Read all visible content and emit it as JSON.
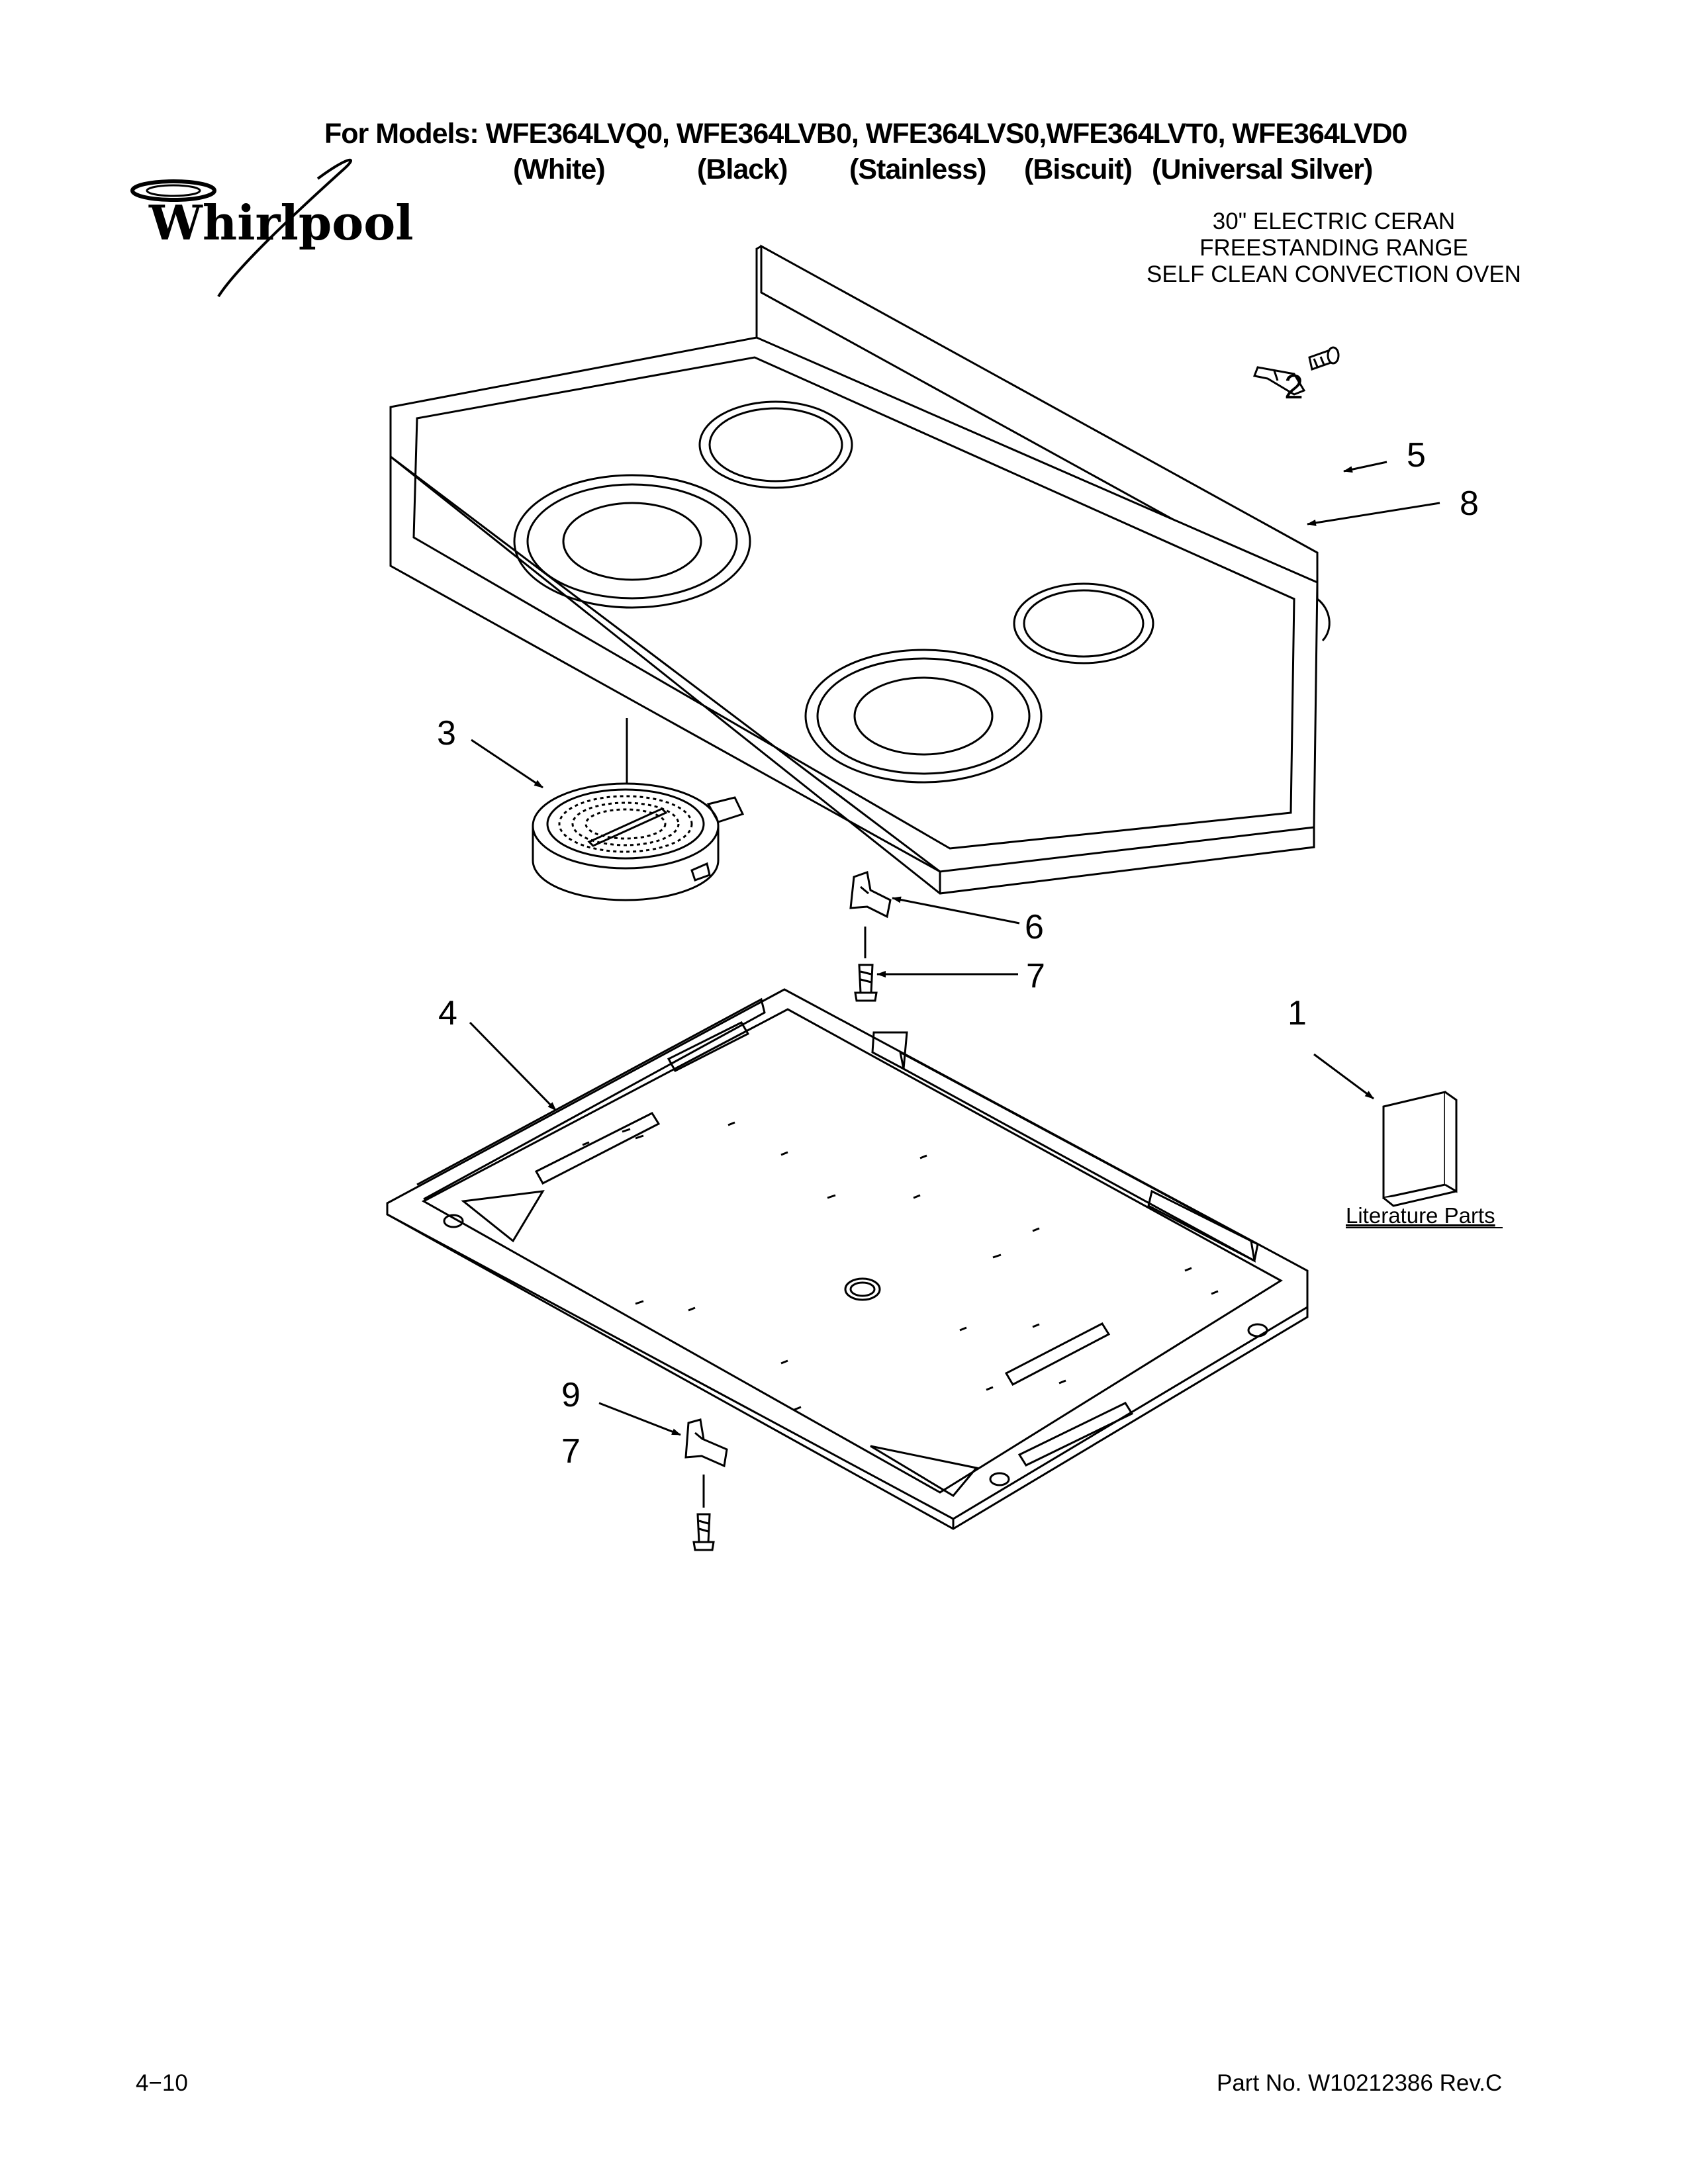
{
  "header": {
    "models_line": "For Models: WFE364LVQ0, WFE364LVB0, WFE364LVS0,WFE364LVT0, WFE364LVD0",
    "variants": [
      "(White)",
      "(Black)",
      "(Stainless)",
      "(Biscuit)",
      "(Universal Silver)"
    ]
  },
  "brand": {
    "logo_text": "Whirlpool"
  },
  "subtitle": [
    "30\" ELECTRIC CERAN",
    "FREESTANDING RANGE",
    "SELF CLEAN CONVECTION OVEN"
  ],
  "callouts": {
    "c1": "1",
    "c2": "2",
    "c3": "3",
    "c4": "4",
    "c5": "5",
    "c6": "6",
    "c7a": "7",
    "c7b": "7",
    "c8": "8",
    "c9": "9"
  },
  "literature_label": "Literature Parts",
  "footer": {
    "page": "4−10",
    "part_no": "Part No. W10212386 Rev.C"
  }
}
